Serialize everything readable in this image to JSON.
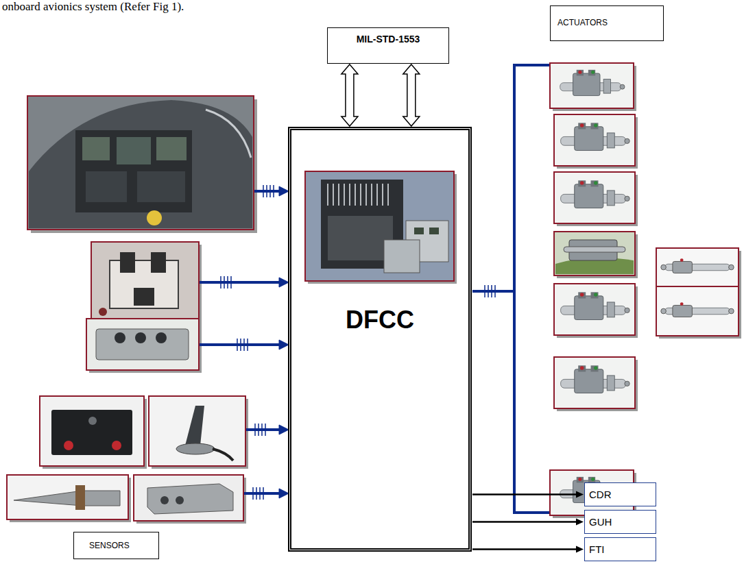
{
  "diagram": {
    "nodes": [
      {
        "text": [
          "ACTUATORS"
        ]
      },
      {
        "text": [
          "MIL-STD-1553"
        ]
      },
      {
        "text": [
          "DFCC"
        ]
      },
      {
        "text": [
          "CDR"
        ]
      },
      {
        "text": [
          "GUH"
        ]
      },
      {
        "text": [
          "FTI"
        ]
      },
      {
        "text": [
          "SENSORS"
        ]
      }
    ],
    "edges": [
      {
        "from": 1,
        "to": 2,
        "arrow": "both"
      },
      {
        "from": 1,
        "to": 2,
        "arrow": "both"
      },
      {
        "from": 2,
        "to": 3,
        "arrow": "to"
      },
      {
        "from": 2,
        "to": 4,
        "arrow": "to"
      },
      {
        "from": 2,
        "to": 5,
        "arrow": "to"
      }
    ],
    "labels": [
      "onboard avionics system (Refer Fig 1)."
    ]
  }
}
